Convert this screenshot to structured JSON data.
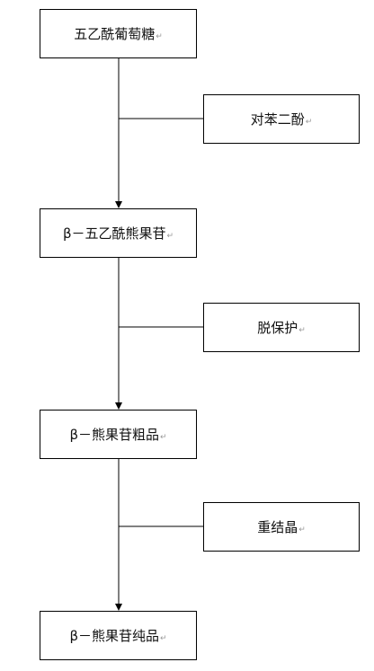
{
  "steps": [
    {
      "label": "五乙酰葡萄糖"
    },
    {
      "label": "β－五乙酰熊果苷"
    },
    {
      "label": "β－熊果苷粗品"
    },
    {
      "label": "β－熊果苷纯品"
    }
  ],
  "processes": [
    {
      "label": "对苯二酚"
    },
    {
      "label": "脱保护"
    },
    {
      "label": "重结晶"
    }
  ],
  "paragraph_mark": "↵"
}
